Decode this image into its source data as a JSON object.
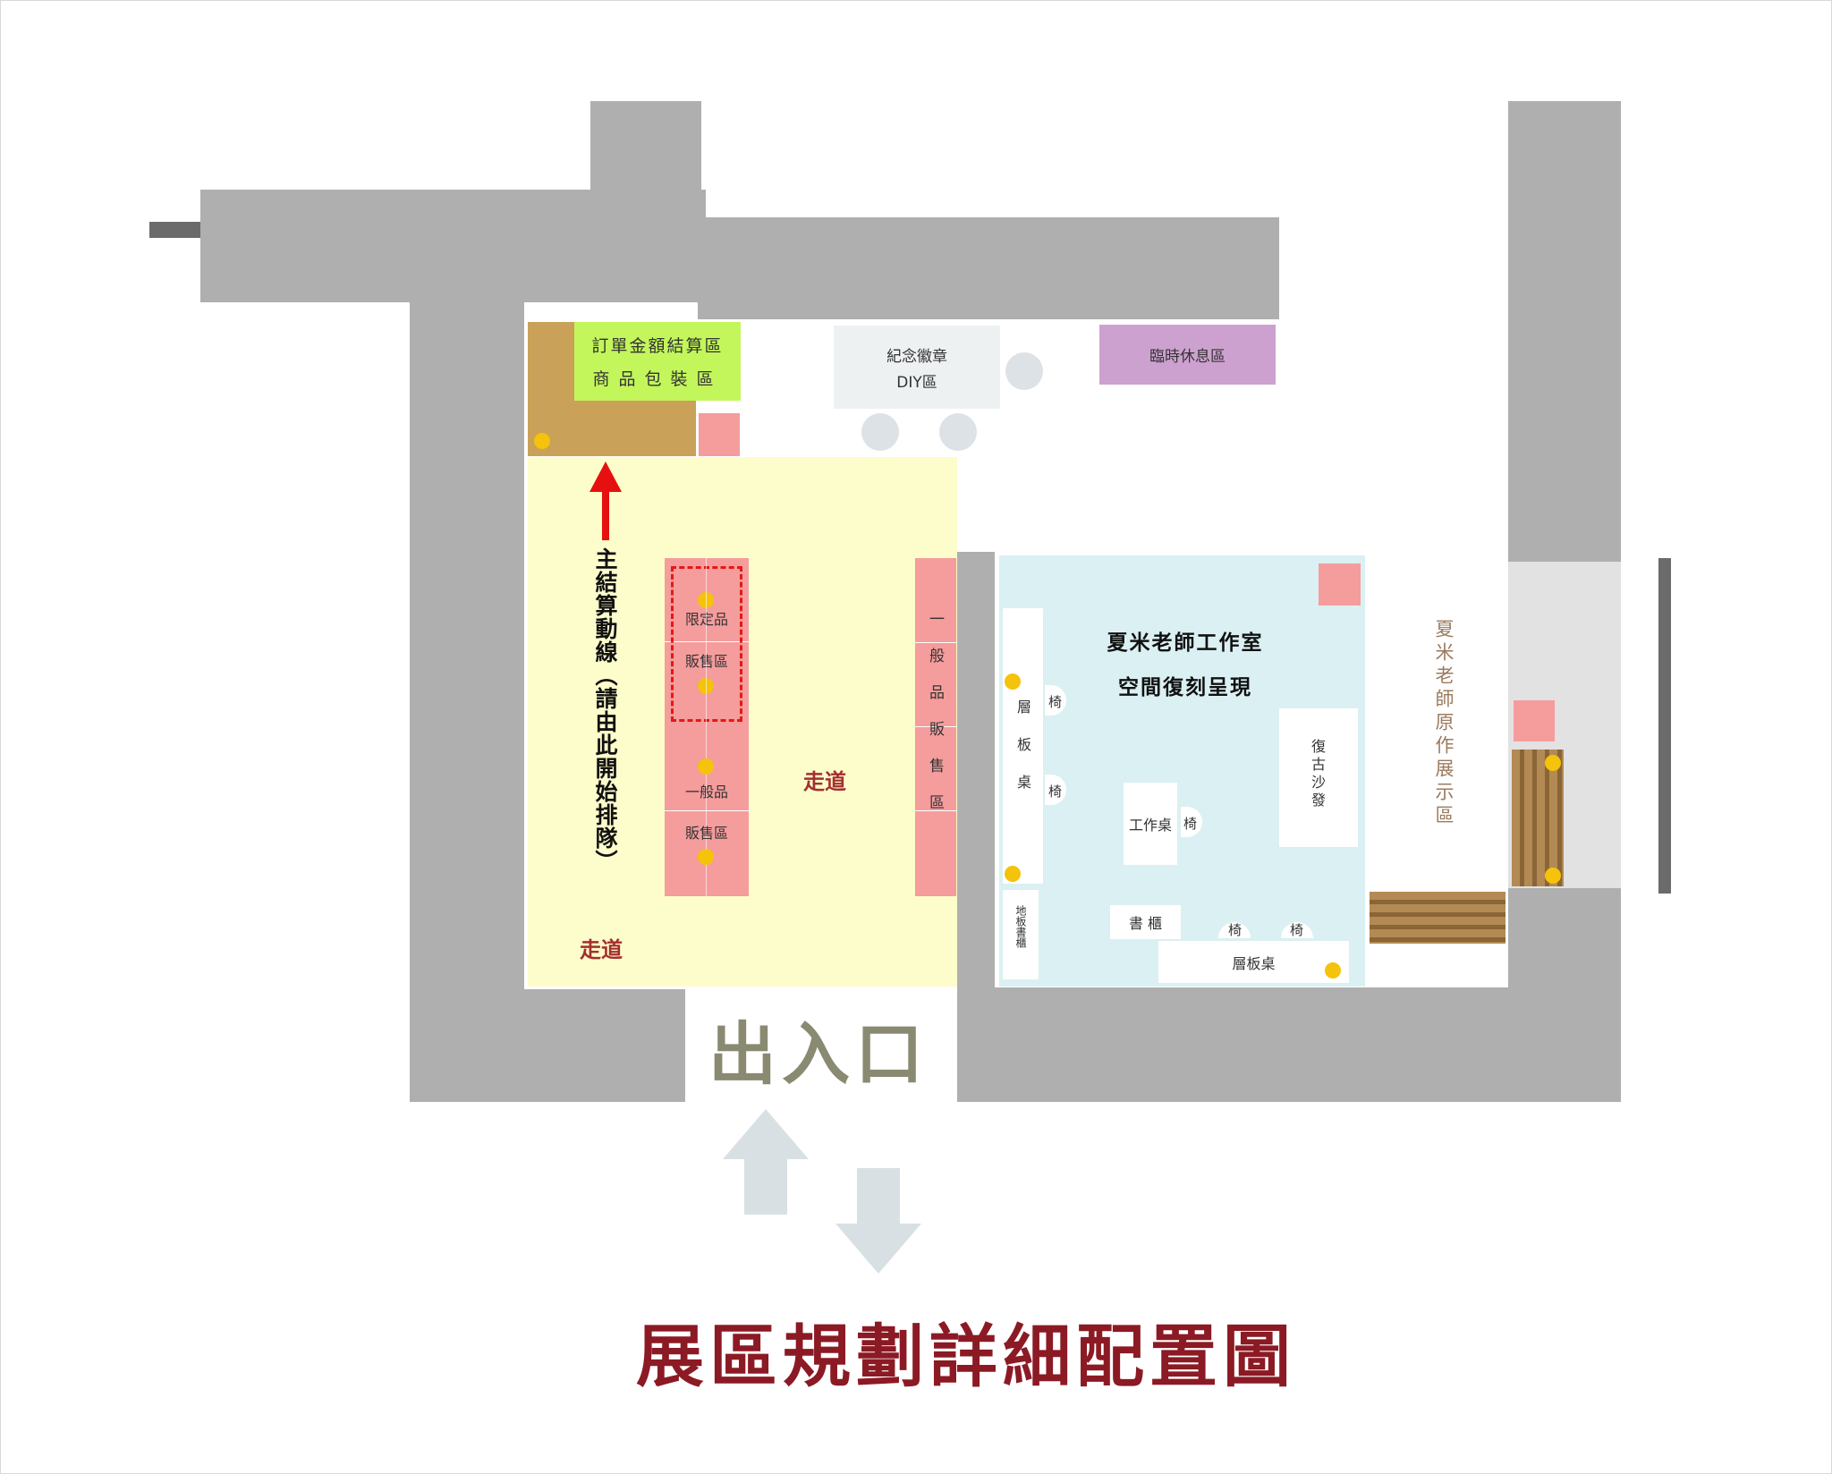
{
  "title": "展區規劃詳細配置圖",
  "entrance": "出入口",
  "areas": {
    "checkout": "訂單金額結算區",
    "packing": "商品包裝區",
    "badge_diy_line1": "紀念徽章",
    "badge_diy_line2": "DIY區",
    "rest": "臨時休息區",
    "limited_line1": "限定品",
    "limited_line2": "販售區",
    "general_line1": "一般品",
    "general_line2": "販售區",
    "general_vertical": "一般品販售區",
    "aisle": "走道",
    "queue_line": "主結算動線（請由此開始排隊）",
    "studio_line1": "夏米老師工作室",
    "studio_line2": "空間復刻呈現",
    "shelf_table_vertical": "層板桌",
    "floor_bookcase": "地板書櫃",
    "bookcase": "書 櫃",
    "work_desk": "工作桌",
    "chair": "椅",
    "retro_sofa": "復古沙發",
    "shelf_table": "層板桌",
    "original_works": "夏米老師原作展示區"
  },
  "colors": {
    "wall": "#afafaf",
    "yellow_zone": "#fdfccb",
    "studio": "#dbf0f2",
    "checkout_green": "#c3f65a",
    "counter_brown": "#c9a158",
    "rest_purple": "#cda1cf",
    "pink": "#f59c9c",
    "title_red": "#8b1a24",
    "entrance_text": "#8a8a72",
    "arrow_light": "#d9e0e4",
    "marker_yellow": "#f5c20c"
  }
}
